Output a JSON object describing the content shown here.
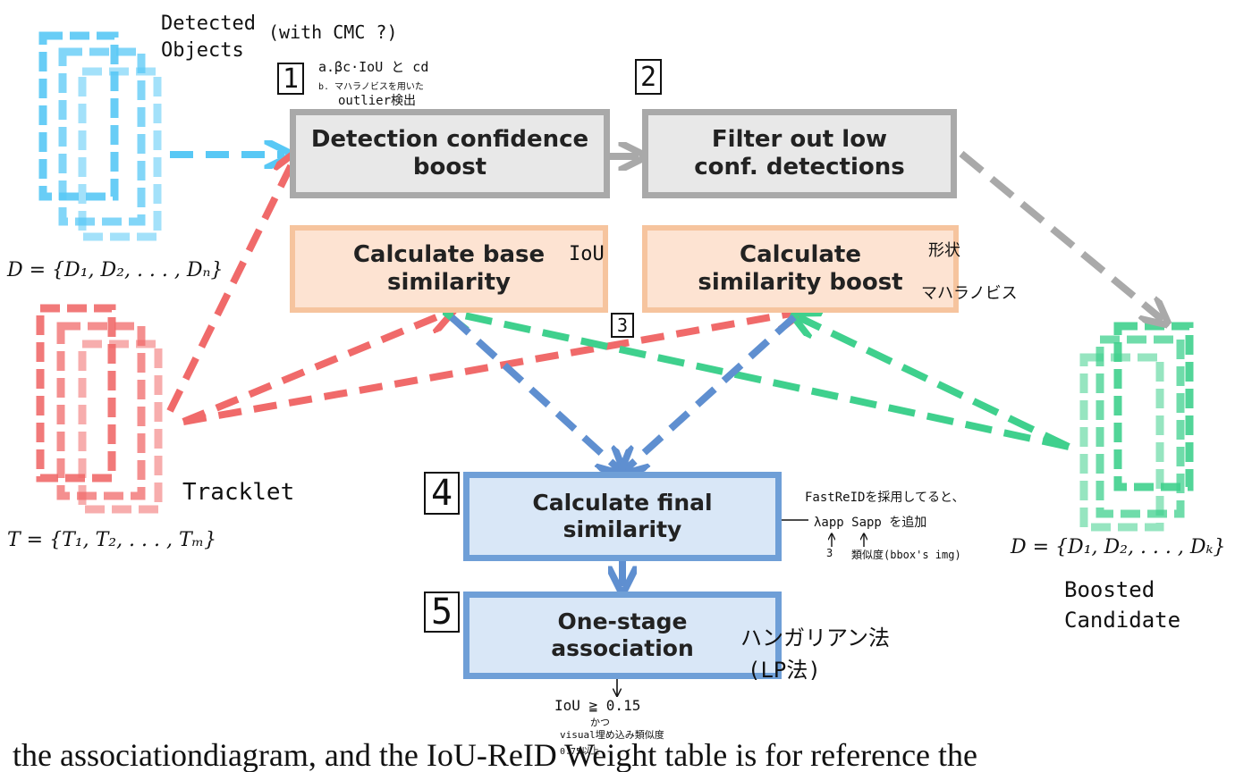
{
  "labels": {
    "detected_objects": "Detected\nObjects",
    "with_cmc": "(with CMC ?)",
    "d_set": "D = {D₁, D₂, . . . , Dₙ}",
    "tracklet": "Tracklet",
    "t_set": "T = {T₁, T₂, . . . , Tₘ}",
    "boosted_set": "D = {D₁, D₂, . . . , Dₖ}",
    "boosted_candidate": "Boosted\nCandidate"
  },
  "steps": {
    "detection_boost": "Detection confidence\nboost",
    "filter_low": "Filter out low\nconf. detections",
    "base_similarity": "Calculate base\nsimilarity",
    "similarity_boost": "Calculate\nsimilarity boost",
    "final_similarity": "Calculate final\nsimilarity",
    "one_stage": "One-stage\nassociation"
  },
  "step_numbers": {
    "n1": "1",
    "n2": "2",
    "n3": "3",
    "n4": "4",
    "n5": "5"
  },
  "notes": {
    "note1_a": "a.βc·IoU と cd",
    "note1_b": "b. マハラノビスを用いた",
    "note1_c": "outlier検出",
    "iou_note": "IoU",
    "shape_note": "形状",
    "maha_note": "マハラノビス",
    "fastreid_1": "FastReIDを採用してると、",
    "fastreid_2": "λapp Sapp を追加",
    "fastreid_3": "3",
    "fastreid_4": "類似度(bbox's img)",
    "hungarian_1": "ハンガリアン法",
    "hungarian_2": "(LP法)",
    "thresh_1": "IoU ≧ 0.15",
    "thresh_2": "かつ",
    "thresh_3": "visual埋め込み類似度",
    "thresh_4": "0.75以上"
  },
  "footer_text": "the associationdiagram, and the IoU-ReID Weight table is for reference the",
  "colors": {
    "detected": "#58c8f5",
    "tracklet": "#f06a6a",
    "boosted": "#3fd08d",
    "gray_arrow": "#a9a9a9",
    "blue_arrow": "#5f8fd0"
  }
}
